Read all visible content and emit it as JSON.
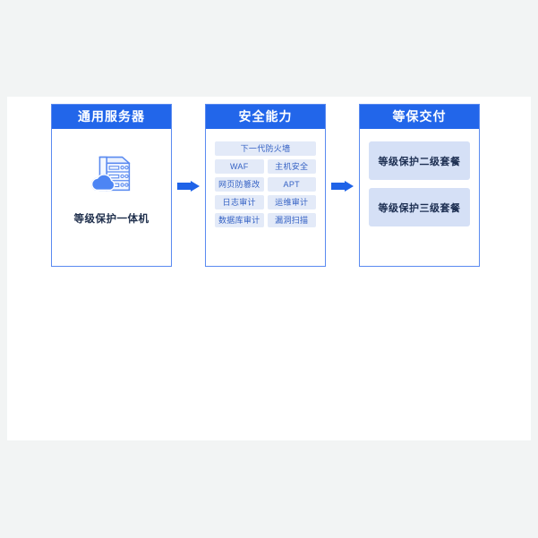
{
  "canvas": {
    "background": "#f2f4f4",
    "card_background": "#ffffff"
  },
  "theme": {
    "header_blue": "#2266ea",
    "border_blue": "#5a8af0",
    "arrow_blue": "#1f63e8",
    "tag_background": "#e3eaf8",
    "tag_text": "#3461c4",
    "package_background": "#d5e0f6",
    "package_text": "#1d2f52",
    "caption_text": "#20304d"
  },
  "diagram": {
    "panels": [
      {
        "id": "server",
        "title": "通用服务器",
        "icon": "cloud-server-icon",
        "caption": "等级保护一体机"
      },
      {
        "id": "security",
        "title": "安全能力",
        "capabilities": [
          {
            "label": "下一代防火墙",
            "span": "wide"
          },
          {
            "label": "WAF",
            "span": "half"
          },
          {
            "label": "主机安全",
            "span": "half"
          },
          {
            "label": "网页防篡改",
            "span": "half"
          },
          {
            "label": "APT",
            "span": "half"
          },
          {
            "label": "日志审计",
            "span": "half"
          },
          {
            "label": "运维审计",
            "span": "half"
          },
          {
            "label": "数据库审计",
            "span": "half"
          },
          {
            "label": "漏洞扫描",
            "span": "half"
          }
        ]
      },
      {
        "id": "delivery",
        "title": "等保交付",
        "packages": [
          {
            "label": "等级保护二级套餐"
          },
          {
            "label": "等级保护三级套餐"
          }
        ]
      }
    ],
    "arrows": [
      {
        "name": "arrow-server-to-security",
        "direction": "right"
      },
      {
        "name": "arrow-security-to-delivery",
        "direction": "right"
      }
    ]
  }
}
